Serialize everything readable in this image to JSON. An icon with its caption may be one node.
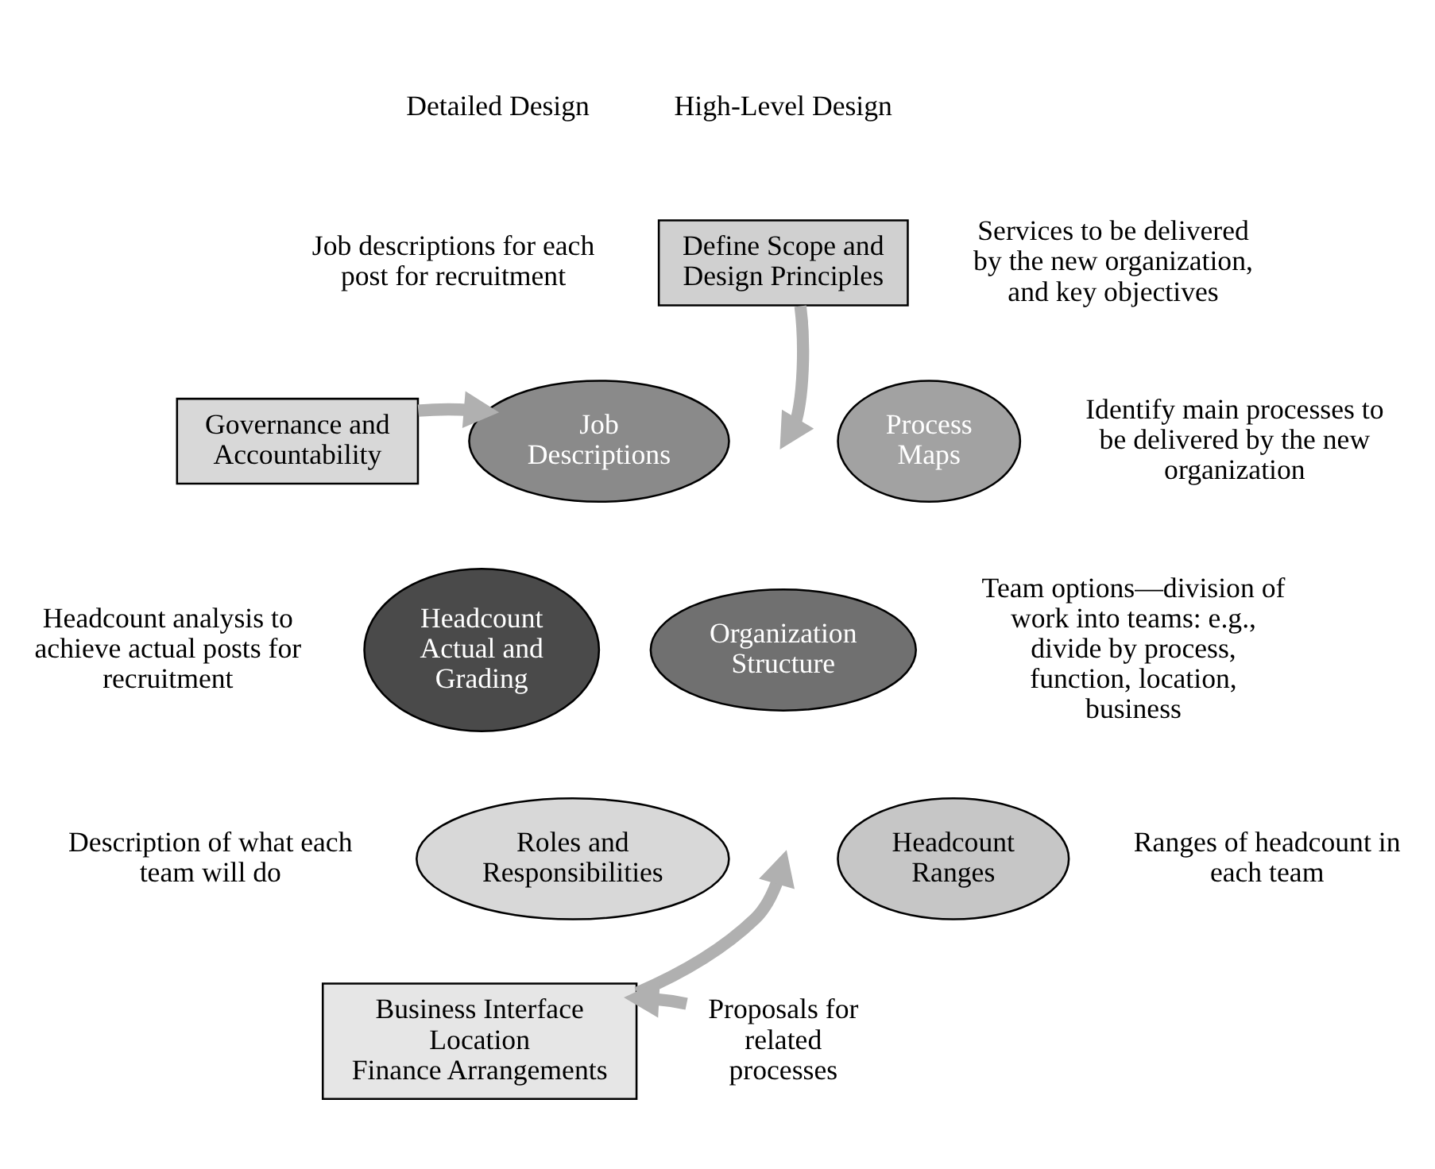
{
  "diagram": {
    "nodes": [
      {
        "text": [
          "Define Scope and Design Principles"
        ],
        "beside": [
          "Services to be delivered by the new organization, and key objectives"
        ]
      },
      {
        "text": [
          "Governance and Accountability"
        ]
      },
      {
        "text": [
          "Job Descriptions"
        ],
        "beside": [
          "Job descriptions for each post for recruitment"
        ]
      },
      {
        "text": [
          "Process Maps"
        ],
        "beside": [
          "Identify main processes to be delivered by the new organization"
        ]
      },
      {
        "text": [
          "Headcount Actual and Grading"
        ],
        "beside": [
          "Headcount analysis to achieve actual posts for recruitment"
        ]
      },
      {
        "text": [
          "Organization Structure"
        ],
        "beside": [
          "Team options—division of work into teams: e.g., divide by process, function, location, business"
        ]
      },
      {
        "text": [
          "Roles and Responsibilities"
        ],
        "beside": [
          "Description of what each team will do"
        ]
      },
      {
        "text": [
          "Headcount Ranges"
        ],
        "beside": [
          "Ranges of headcount in each team"
        ]
      },
      {
        "text": [
          "Business Interface",
          "Location",
          "Finance Arrangements"
        ]
      },
      {
        "text": [
          "Proposals for related processes"
        ]
      }
    ],
    "edges": [
      {
        "from": 0,
        "to": null,
        "arrow": "to"
      },
      {
        "from": 1,
        "to": 2,
        "arrow": "to"
      },
      {
        "from": 8,
        "to": null,
        "arrow": "to"
      },
      {
        "from": 9,
        "to": 8,
        "arrow": "to"
      }
    ],
    "labels": [
      "Detailed Design",
      "High-Level Design"
    ]
  }
}
